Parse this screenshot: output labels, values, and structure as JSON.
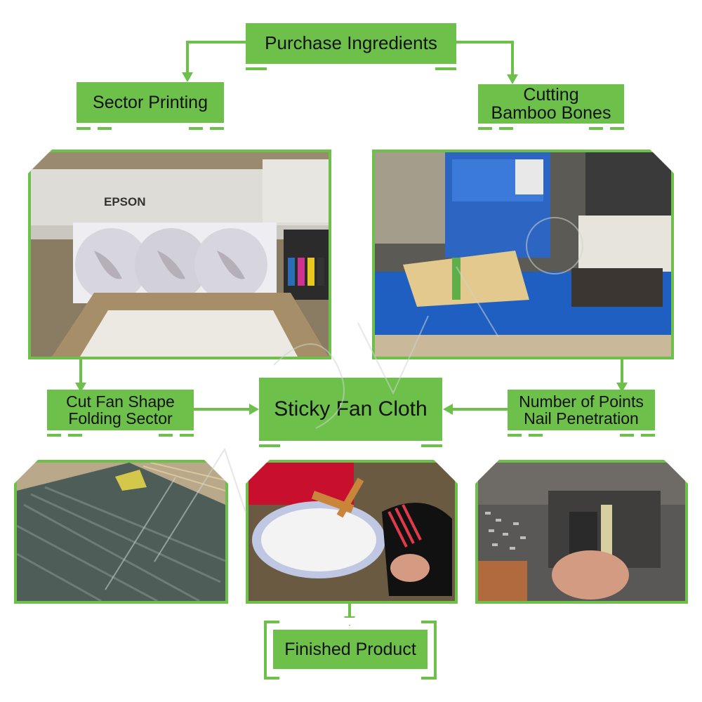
{
  "colors": {
    "accent": "#6dc04a",
    "text": "#111111"
  },
  "steps": {
    "purchase": "Purchase Ingredients",
    "sector_printing": "Sector Printing",
    "cutting_bamboo": [
      "Cutting",
      "Bamboo Bones"
    ],
    "cut_fan_shape": [
      "Cut Fan Shape",
      "Folding Sector"
    ],
    "sticky_fan_cloth": "Sticky Fan Cloth",
    "nail_penetration": [
      "Number of Points",
      "Nail Penetration"
    ],
    "finished_product": "Finished Product"
  },
  "photos": {
    "printer_brand": "EPSON"
  }
}
